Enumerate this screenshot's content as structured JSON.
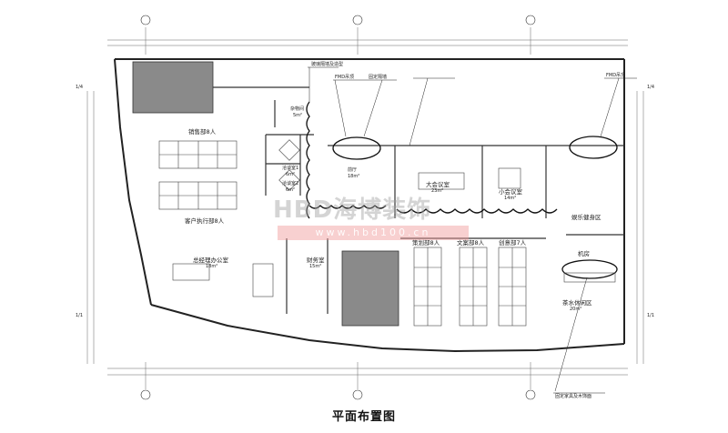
{
  "page_title": "平面布置图",
  "watermark": {
    "text": "HBD海博装饰",
    "url": "www.hbd100.cn"
  },
  "grid_labels": {
    "left_top": "1/4",
    "left_bottom": "1/1",
    "right_top": "1/4",
    "right_bottom": "1/1"
  },
  "rooms": {
    "sales": "销售部8人",
    "customer": "客户执行部8人",
    "gm_office": "总经理办公室",
    "gm_area": "18m²",
    "storage": "杂物间",
    "storage_area": "5m²",
    "meeting1": "洽谈室1",
    "meeting1_area": "6m²",
    "meeting2": "洽谈室2",
    "meeting2_area": "6m²",
    "lobby": "前厅",
    "lobby_area": "18m²",
    "big_meeting": "大会议室",
    "big_meeting_area": "23m²",
    "small_meeting": "小会议室",
    "small_meeting_area": "14m²",
    "finance": "财务室",
    "finance_area": "15m²",
    "planning": "策划部8人",
    "copywriting": "文案部8人",
    "creative": "创意部7人",
    "leisure": "娱乐健身区",
    "server": "机房",
    "tea": "茶水休闲区",
    "tea_area": "20m²"
  },
  "notes": {
    "n1": "玻璃隔墙及造型",
    "n2": "FMD吊顶",
    "n3": "固定隔墙",
    "n4": "FMD吊顶",
    "n5": "固定家具及木饰面"
  }
}
